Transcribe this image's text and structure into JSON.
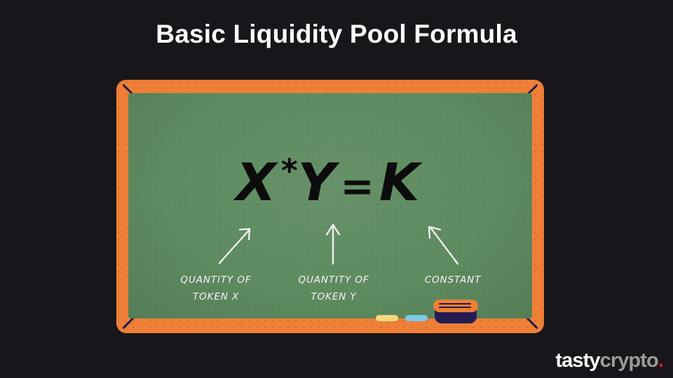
{
  "page": {
    "background_color": "#18161b",
    "title": "Basic Liquidity Pool Formula"
  },
  "chalkboard": {
    "frame_color": "#ef7f36",
    "surface_color": "#5e8b60",
    "corner_mark_color": "#221a4e",
    "formula": {
      "x_term": "X",
      "operator": "*",
      "y_term": "Y",
      "equals": "=",
      "k_term": "K",
      "full_text": "X * Y = K",
      "chalk_color": "#0c0c0c"
    },
    "annotations": [
      {
        "id": "quantity-token-x",
        "line1": "QUANTITY OF",
        "line2": "TOKEN X",
        "arrow": "arrow-up-right-icon"
      },
      {
        "id": "quantity-token-y",
        "line1": "QUANTITY OF",
        "line2": "TOKEN Y",
        "arrow": "arrow-up-icon"
      },
      {
        "id": "constant",
        "line1": "CONSTANT",
        "line2": "",
        "arrow": "arrow-up-left-icon"
      }
    ],
    "ledge_items": [
      {
        "id": "chalk-yellow",
        "name": "chalk-stick-yellow",
        "color": "#f6d87c"
      },
      {
        "id": "chalk-blue",
        "name": "chalk-stick-blue",
        "color": "#7fc8ea"
      },
      {
        "id": "eraser",
        "name": "board-eraser",
        "top_color": "#ef7f36",
        "body_color": "#251c52"
      }
    ]
  },
  "logo": {
    "part1": "tasty",
    "part2": "crypto",
    "dot": ".",
    "part1_color": "#ffffff",
    "part2_color": "#9b9b9b",
    "dot_color": "#e0142c"
  }
}
